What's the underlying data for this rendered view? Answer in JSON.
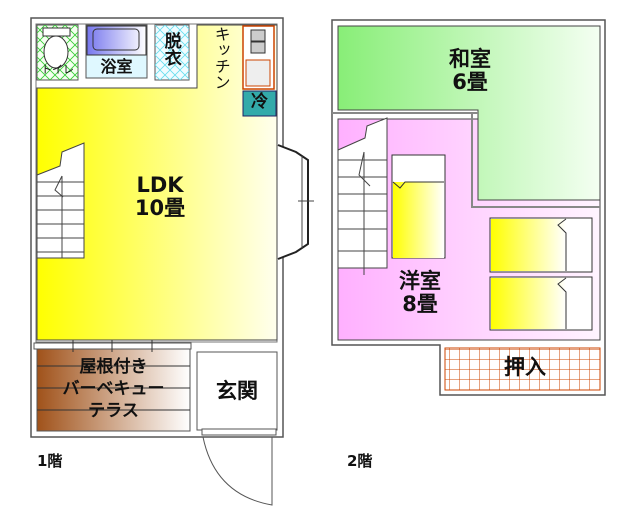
{
  "floor1": {
    "floor_label": "1階",
    "rooms": {
      "toilet": "トイレ",
      "bath": "浴室",
      "dressing": "脱衣",
      "kitchen": "キッチン",
      "fridge": "冷",
      "ldk_name": "LDK",
      "ldk_size": "10畳",
      "terrace_line1": "屋根付き",
      "terrace_line2": "バーベキュー",
      "terrace_line3": "テラス",
      "entrance": "玄関"
    }
  },
  "floor2": {
    "floor_label": "2階",
    "rooms": {
      "washitsu_name": "和室",
      "washitsu_size": "6畳",
      "youshitsu_name": "洋室",
      "youshitsu_size": "8畳",
      "closet": "押入"
    }
  },
  "colors": {
    "ldk": "#ffff00",
    "washitsu": "#88ee77",
    "youshitsu": "#ffaaff",
    "terrace": "#a0521a",
    "closet_grid": "#cc4400",
    "fridge": "#33aaaa"
  }
}
